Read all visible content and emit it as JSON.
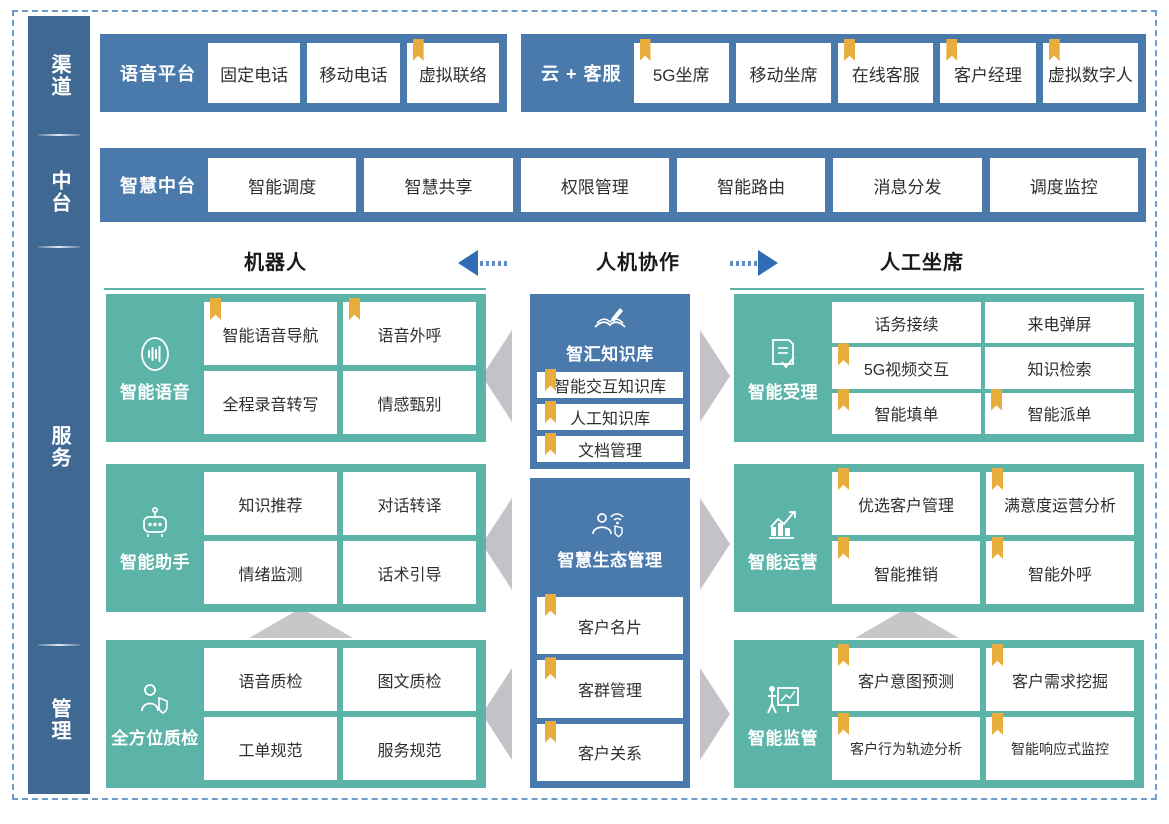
{
  "rail": {
    "sections": [
      {
        "label": "渠道"
      },
      {
        "label": "中台"
      },
      {
        "label": "服务"
      },
      {
        "label": "管理"
      }
    ]
  },
  "channel_row": {
    "groups": [
      {
        "title": "语音平台",
        "items": [
          {
            "label": "固定电话",
            "ribbon": false
          },
          {
            "label": "移动电话",
            "ribbon": false
          },
          {
            "label": "虚拟联络",
            "ribbon": true
          }
        ]
      },
      {
        "title": "云 + 客服",
        "items": [
          {
            "label": "5G坐席",
            "ribbon": true
          },
          {
            "label": "移动坐席",
            "ribbon": false
          },
          {
            "label": "在线客服",
            "ribbon": true
          },
          {
            "label": "客户经理",
            "ribbon": true
          },
          {
            "label": "虚拟数字人",
            "ribbon": true
          }
        ]
      }
    ]
  },
  "middle_row": {
    "title": "智慧中台",
    "items": [
      {
        "label": "智能调度"
      },
      {
        "label": "智慧共享"
      },
      {
        "label": "权限管理"
      },
      {
        "label": "智能路由"
      },
      {
        "label": "消息分发"
      },
      {
        "label": "调度监控"
      }
    ]
  },
  "headings": {
    "left": "机器人",
    "center": "人机协作",
    "right": "人工坐席"
  },
  "left_column": {
    "cards": [
      {
        "name": "智能语音",
        "icon": "voice-wave-icon",
        "cells": [
          {
            "label": "智能语音导航",
            "ribbon": true
          },
          {
            "label": "语音外呼",
            "ribbon": true
          },
          {
            "label": "全程录音转写",
            "ribbon": false
          },
          {
            "label": "情感甄别",
            "ribbon": false
          }
        ]
      },
      {
        "name": "智能助手",
        "icon": "robot-icon",
        "cells": [
          {
            "label": "知识推荐",
            "ribbon": false
          },
          {
            "label": "对话转译",
            "ribbon": false
          },
          {
            "label": "情绪监测",
            "ribbon": false
          },
          {
            "label": "话术引导",
            "ribbon": false
          }
        ]
      },
      {
        "name": "全方位质检",
        "icon": "person-shield-icon",
        "cells": [
          {
            "label": "语音质检",
            "ribbon": false
          },
          {
            "label": "图文质检",
            "ribbon": false
          },
          {
            "label": "工单规范",
            "ribbon": false
          },
          {
            "label": "服务规范",
            "ribbon": false
          }
        ]
      }
    ]
  },
  "center_column": {
    "panels": [
      {
        "name": "智汇知识库",
        "icon": "open-book-pen-icon",
        "rows": [
          {
            "label": "智能交互知识库",
            "ribbon": true
          },
          {
            "label": "人工知识库",
            "ribbon": true
          },
          {
            "label": "文档管理",
            "ribbon": true
          }
        ]
      },
      {
        "name": "智慧生态管理",
        "icon": "person-wifi-icon",
        "rows": [
          {
            "label": "客户名片",
            "ribbon": true
          },
          {
            "label": "客群管理",
            "ribbon": true
          },
          {
            "label": "客户关系",
            "ribbon": true
          }
        ]
      }
    ]
  },
  "right_column": {
    "cards": [
      {
        "name": "智能受理",
        "icon": "form-check-icon",
        "cells": [
          {
            "label": "话务接续",
            "ribbon": false
          },
          {
            "label": "来电弹屏",
            "ribbon": false
          },
          {
            "label": "5G视频交互",
            "ribbon": true
          },
          {
            "label": "知识检索",
            "ribbon": false
          },
          {
            "label": "智能填单",
            "ribbon": true
          },
          {
            "label": "智能派单",
            "ribbon": true
          }
        ]
      },
      {
        "name": "智能运营",
        "icon": "bar-chart-icon",
        "cells": [
          {
            "label": "优选客户管理",
            "ribbon": true
          },
          {
            "label": "满意度运营分析",
            "ribbon": true
          },
          {
            "label": "智能推销",
            "ribbon": true
          },
          {
            "label": "智能外呼",
            "ribbon": true
          }
        ]
      },
      {
        "name": "智能监管",
        "icon": "presenter-board-icon",
        "cells": [
          {
            "label": "客户意图预测",
            "ribbon": true
          },
          {
            "label": "客户需求挖掘",
            "ribbon": true
          },
          {
            "label": "客户行为轨迹分析",
            "ribbon": true
          },
          {
            "label": "智能响应式监控",
            "ribbon": true
          }
        ]
      }
    ]
  },
  "colors": {
    "blue": "#4a7aac",
    "rail_blue": "#3f6893",
    "teal": "#5cb4a8",
    "gold": "#e8ad3c",
    "arrow_blue": "#2f6cb5",
    "gray_chevron": "#b9b9bd",
    "dash_border": "#6f9dc9"
  }
}
